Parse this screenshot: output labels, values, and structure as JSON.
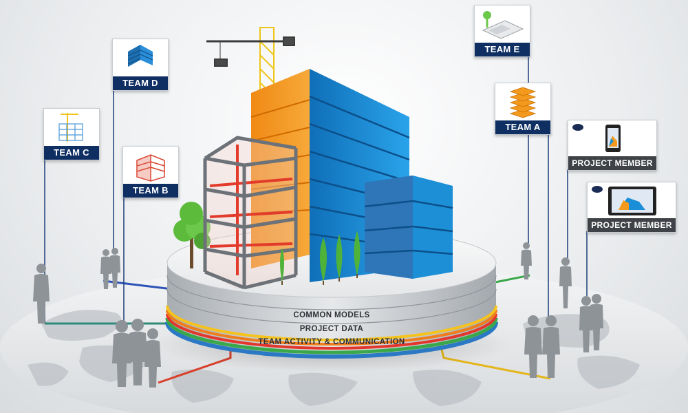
{
  "teams": {
    "team_a": "TEAM A",
    "team_b": "TEAM B",
    "team_c": "TEAM C",
    "team_d": "TEAM D",
    "team_e": "TEAM E"
  },
  "members": {
    "member_1": "PROJECT MEMBER",
    "member_2": "PROJECT MEMBER"
  },
  "platform_layers": {
    "common_models": "COMMON MODELS",
    "project_data": "PROJECT DATA",
    "team_activity": "TEAM ACTIVITY & COMMUNICATION"
  },
  "colors": {
    "team_label_bg": "#0f2f63",
    "member_label_bg": "#3f4246",
    "building_blue": "#1a8fd8",
    "building_orange": "#f39a1e",
    "layer_yellow": "#f5c31c",
    "layer_orange": "#ef7d1a",
    "layer_red": "#e2362c",
    "layer_green": "#3aa84a",
    "layer_blue": "#2b78c4"
  },
  "icons": {
    "team_a": "stacked-floors-icon",
    "team_b": "red-frame-building-icon",
    "team_c": "crane-blue-frame-icon",
    "team_d": "blue-building-icon",
    "team_e": "site-plan-icon",
    "member_1": "smartphone-icon",
    "member_2": "tablet-icon"
  }
}
